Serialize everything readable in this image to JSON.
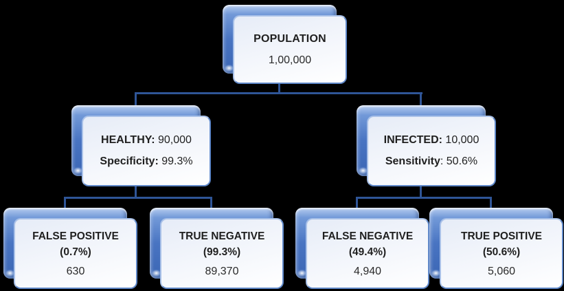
{
  "diagram": {
    "background_color": "#000000",
    "connector_color": "#2F5597",
    "back_card_color": "#4974C2",
    "front_card_border_color": "#5F88C9",
    "root": {
      "title": "POPULATION",
      "value": "1,00,000"
    },
    "branches": [
      {
        "bold1": "HEALTHY:",
        "text1": " 90,000",
        "bold2": "Specificity:",
        "text2": " 99.3%"
      },
      {
        "bold1": "INFECTED:",
        "text1": " 10,000",
        "bold2": "Sensitivity",
        "text2": ": 50.6%"
      }
    ],
    "leaves": [
      {
        "title": "FALSE POSITIVE",
        "percent": "(0.7%)",
        "value": "630"
      },
      {
        "title": "TRUE NEGATIVE",
        "percent": "(99.3%)",
        "value": "89,370"
      },
      {
        "title": "FALSE NEGATIVE",
        "percent": "(49.4%)",
        "value": "4,940"
      },
      {
        "title": "TRUE POSITIVE",
        "percent": "(50.6%)",
        "value": "5,060"
      }
    ]
  }
}
